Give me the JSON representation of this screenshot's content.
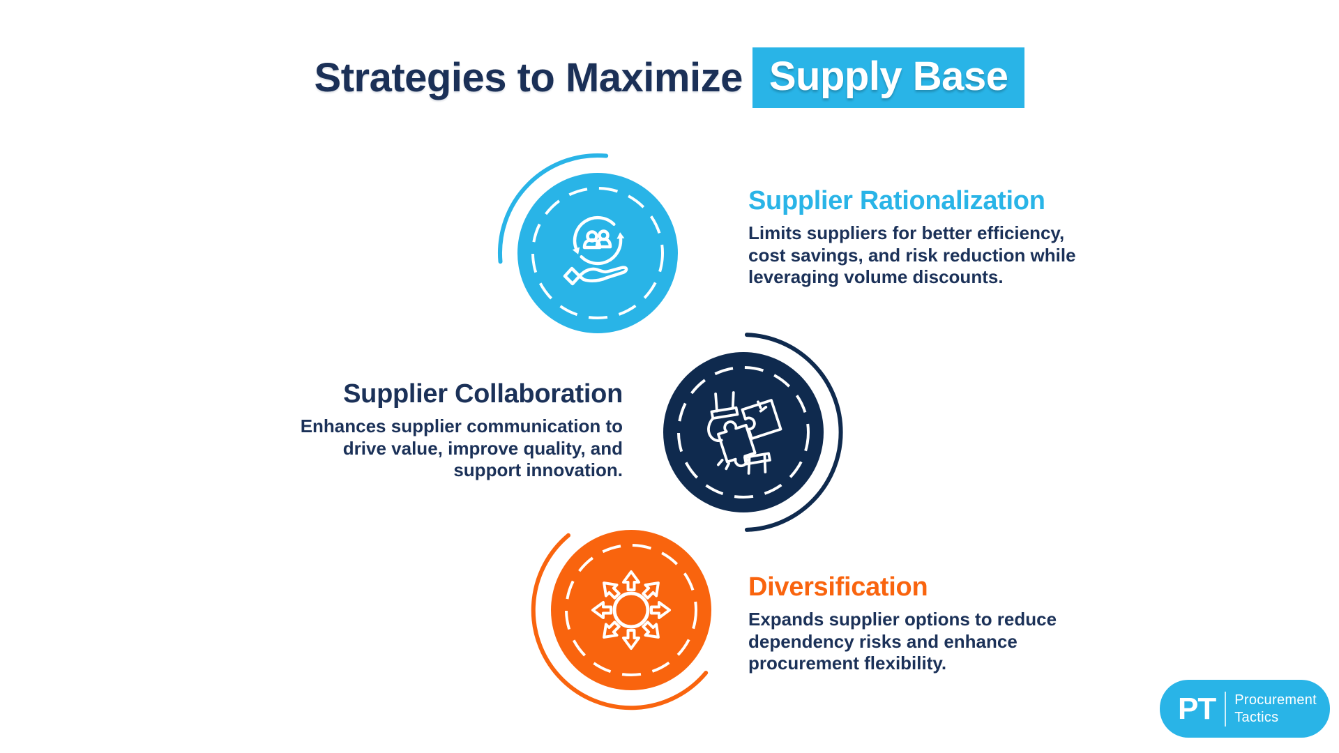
{
  "title": {
    "text": "Strategies to Maximize",
    "highlight": "Supply Base"
  },
  "items": [
    {
      "heading": "Supplier Rationalization",
      "body": "Limits suppliers for better efficiency, cost savings, and risk reduction while leveraging volume discounts.",
      "icon": "supplier-cycle-hand-icon",
      "color": "#29b4e7"
    },
    {
      "heading": "Supplier Collaboration",
      "body": "Enhances supplier communication to drive value, improve quality, and support innovation.",
      "icon": "puzzle-collaboration-icon",
      "color": "#0f2a4e"
    },
    {
      "heading": "Diversification",
      "body": "Expands supplier options to reduce dependency risks and enhance procurement flexibility.",
      "icon": "diversify-arrows-icon",
      "color": "#f9640e"
    }
  ],
  "logo": {
    "monogram": "PT",
    "name_line1": "Procurement",
    "name_line2": "Tactics"
  },
  "colors": {
    "accent_blue": "#29b4e7",
    "navy_circle": "#0f2a4e",
    "text_navy": "#1b3158",
    "orange": "#f9640e",
    "background": "#ffffff",
    "icon_stroke": "#ffffff"
  }
}
